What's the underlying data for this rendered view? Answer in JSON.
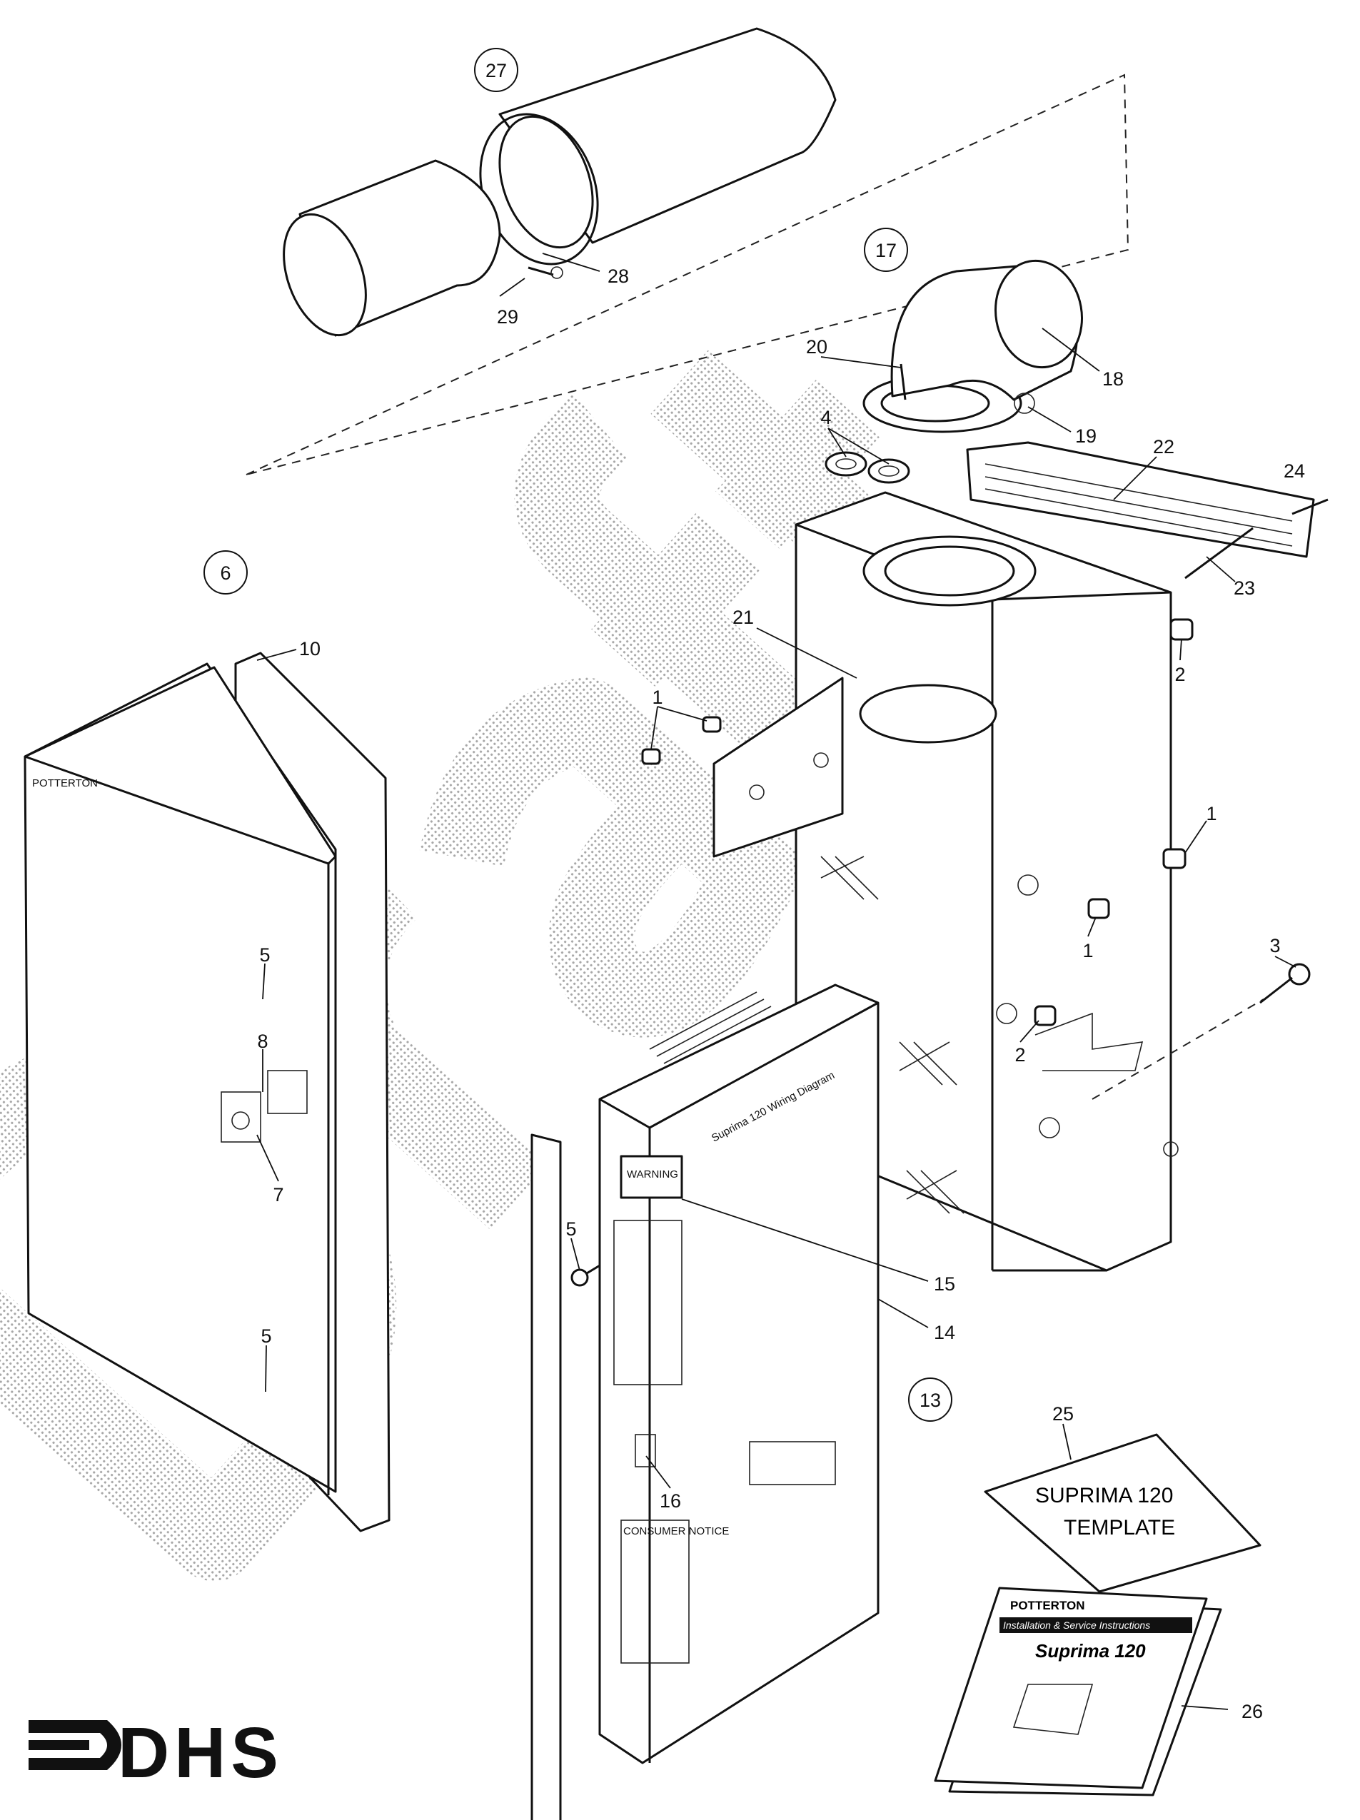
{
  "watermark": "Draft",
  "logo": "DHS",
  "labels": {
    "p27": "27",
    "p28": "28",
    "p29": "29",
    "p17": "17",
    "p20": "20",
    "p18": "18",
    "p4": "4",
    "p19": "19",
    "p22": "22",
    "p24": "24",
    "p23": "23",
    "p6": "6",
    "p10": "10",
    "p21": "21",
    "p2a": "2",
    "p1a": "1",
    "p1b": "1",
    "p1c": "1",
    "p3": "3",
    "p5a": "5",
    "p8": "8",
    "p2b": "2",
    "p7": "7",
    "p5b": "5",
    "p15": "15",
    "p14": "14",
    "p5c": "5",
    "p13": "13",
    "p25": "25",
    "p16": "16",
    "p26": "26"
  },
  "template_sheet": {
    "line1": "SUPRIMA 120",
    "line2": "TEMPLATE"
  },
  "manual": {
    "brand": "POTTERTON",
    "banner": "Installation & Service Instructions",
    "title": "Suprima 120"
  },
  "casing_labels": {
    "warning": "WARNING",
    "side_text": "Suprima 120 Wiring Diagram",
    "consumer_notice": "CONSUMER NOTICE",
    "panel_brand": "POTTERTON"
  }
}
